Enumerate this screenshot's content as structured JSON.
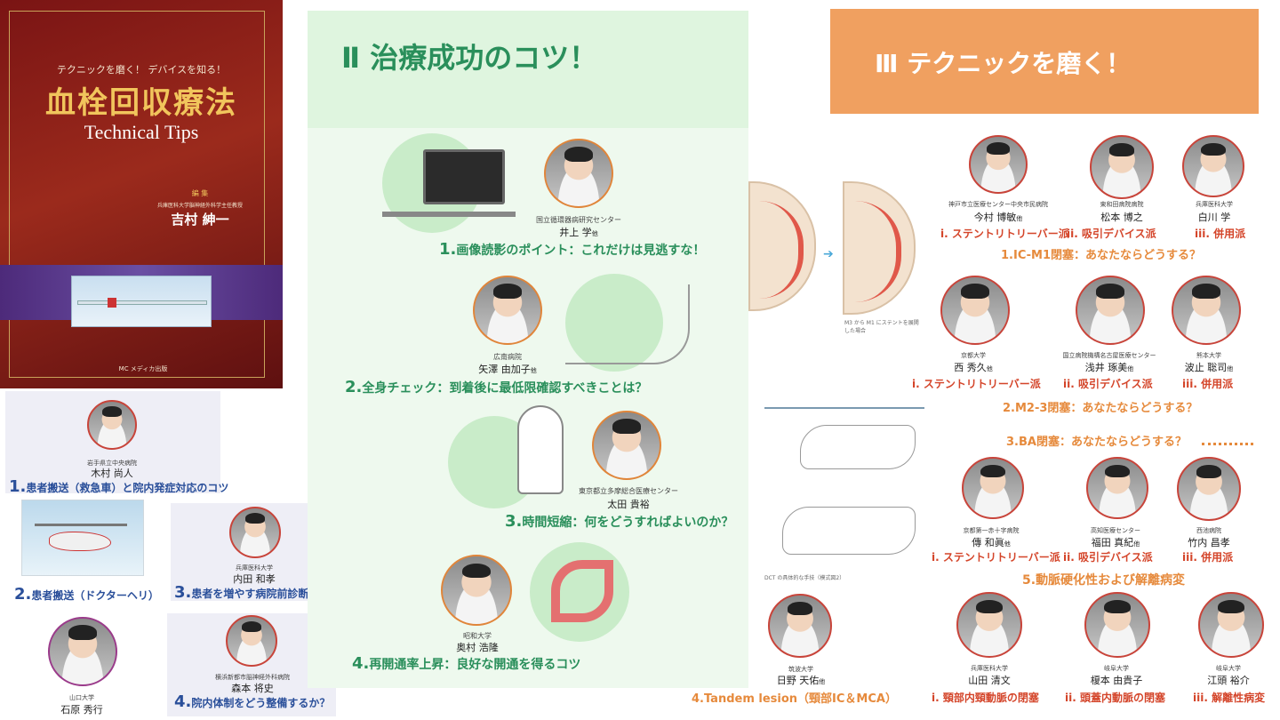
{
  "book": {
    "tagline": "テクニックを磨く！ デバイスを知る！",
    "title": "血栓回収療法",
    "subtitle": "Technical Tips",
    "editor_label": "編 集",
    "editor_aff": "兵庫医科大学脳神経外科学主任教授",
    "editor_name": "吉村 紳一",
    "publisher": "MC メディカ出版"
  },
  "section2": {
    "title": "Ⅱ 治療成功のコツ！",
    "items": [
      {
        "aff": "国立循環器病研究センター",
        "name": "井上 学",
        "suffix": "他",
        "num": "1.",
        "topic": "画像読影のポイント：これだけは見逃すな！"
      },
      {
        "aff": "広南病院",
        "name": "矢澤 由加子",
        "suffix": "他",
        "num": "2.",
        "topic": "全身チェック：到着後に最低限確認すべきことは？"
      },
      {
        "aff": "東京都立多摩総合医療センター",
        "name": "太田 貴裕",
        "suffix": "",
        "num": "3.",
        "topic": "時間短縮：何をどうすればよいのか？"
      },
      {
        "aff": "昭和大学",
        "name": "奥村 浩隆",
        "suffix": "",
        "num": "4.",
        "topic": "再開通率上昇：良好な開通を得るコツ"
      }
    ]
  },
  "section3": {
    "title": "Ⅲ テクニックを磨く！",
    "topics": {
      "t1": {
        "num": "1.",
        "text": "IC-M1閉塞：あなたならどうする？"
      },
      "t2": {
        "num": "2.",
        "text": "M2-3閉塞：あなたならどうする？"
      },
      "t3": {
        "num": "3.",
        "text": "BA閉塞：あなたならどうする？"
      },
      "t4": {
        "num": "4.",
        "text": "Tandem lesion（頸部IC＆MCA）"
      },
      "t5": {
        "num": "5.",
        "text": "動脈硬化性および解離病変"
      }
    },
    "row1": [
      {
        "aff": "神戸市立医療センター中央市民病院",
        "name": "今村 博敏",
        "suffix": "他",
        "role": "i. ステントリトリーバー派"
      },
      {
        "aff": "東和田病院病院",
        "name": "松本 博之",
        "suffix": "",
        "role": "ii. 吸引デバイス派"
      },
      {
        "aff": "兵庫医科大学",
        "name": "白川 学",
        "suffix": "",
        "role": "iii. 併用派"
      }
    ],
    "row2": [
      {
        "aff": "京都大学",
        "name": "西 秀久",
        "suffix": "他",
        "role": "i. ステントリトリーバー派"
      },
      {
        "aff": "国立病院機構名古屋医療センター",
        "name": "浅井 琢美",
        "suffix": "他",
        "role": "ii. 吸引デバイス派"
      },
      {
        "aff": "熊本大学",
        "name": "波止 聡司",
        "suffix": "他",
        "role": "iii. 併用派"
      }
    ],
    "row3": [
      {
        "aff": "京都第一赤十字病院",
        "name": "傳 和眞",
        "suffix": "他",
        "role": "i. ステントリトリーバー派"
      },
      {
        "aff": "高知医療センター",
        "name": "福田 真紀",
        "suffix": "他",
        "role": "ii. 吸引デバイス派"
      },
      {
        "aff": "西池病院",
        "name": "竹内 昌孝",
        "suffix": "",
        "role": "iii. 併用派"
      }
    ],
    "row4": [
      {
        "aff": "兵庫医科大学",
        "name": "山田 清文",
        "suffix": "",
        "role": "i. 頸部内頸動脈の閉塞"
      },
      {
        "aff": "岐阜大学",
        "name": "榎本 由貴子",
        "suffix": "",
        "role": "ii. 頭蓋内動脈の閉塞"
      },
      {
        "aff": "岐阜大学",
        "name": "江頭 裕介",
        "suffix": "",
        "role": "iii. 解離性病変"
      }
    ],
    "tandem": {
      "aff": "筑波大学",
      "name": "日野 天佑",
      "suffix": "他"
    },
    "fig_caption": "M3 から M1 にステントを展開した場合",
    "fig2_caption": "DCT の具体的な手技（模式図2）"
  },
  "section1": {
    "items": [
      {
        "aff": "岩手県立中央病院",
        "name": "木村 尚人",
        "num": "1.",
        "topic": "患者搬送（救急車）と院内発症対応のコツ"
      },
      {
        "num": "2.",
        "topic": "患者搬送（ドクターヘリ）"
      },
      {
        "aff": "兵庫医科大学",
        "name": "内田 和孝",
        "num": "3.",
        "topic": "患者を増やす病院前診断ツール"
      },
      {
        "aff": "山口大学",
        "name": "石原 秀行"
      },
      {
        "aff": "横浜新都市脳神経外科病院",
        "name": "森本 将史",
        "num": "4.",
        "topic": "院内体制をどう整備するか？"
      }
    ]
  }
}
